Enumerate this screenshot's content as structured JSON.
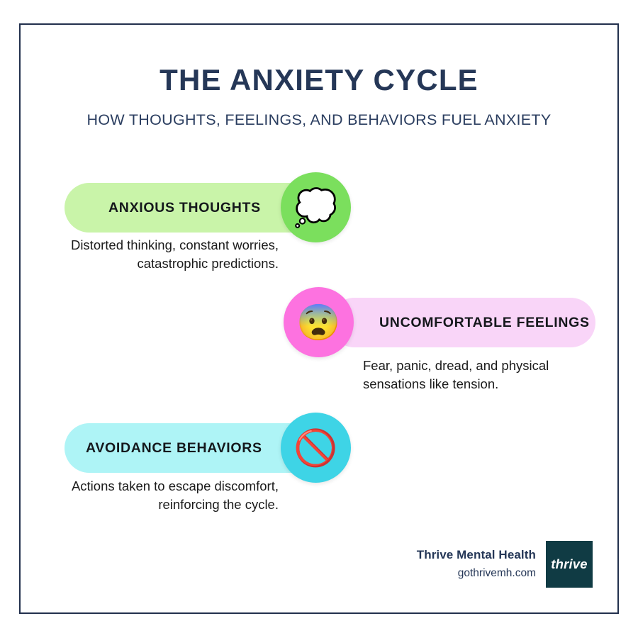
{
  "poster": {
    "title": "THE ANXIETY CYCLE",
    "subtitle": "HOW THOUGHTS, FEELINGS, AND BEHAVIORS FUEL ANXIETY",
    "frame_color": "#22304d",
    "title_color": "#253757",
    "background": "#ffffff"
  },
  "steps": [
    {
      "label": "ANXIOUS THOUGHTS",
      "description": "Distorted thinking, constant worries, catastrophic predictions.",
      "icon": "thought-bubble-icon",
      "emoji": "💭",
      "pill_color": "#c9f4a9",
      "circle_color": "#7bdf5d",
      "align": "right"
    },
    {
      "label": "UNCOMFORTABLE FEELINGS",
      "description": "Fear, panic, dread, and physical sensations like tension.",
      "icon": "fearful-face-icon",
      "emoji": "😨",
      "pill_color": "#f9d5f8",
      "circle_color": "#fd72e0",
      "align": "left"
    },
    {
      "label": "AVOIDANCE BEHAVIORS",
      "description": "Actions taken to escape discomfort, reinforcing the cycle.",
      "icon": "prohibited-sign-icon",
      "emoji": "🚫",
      "pill_color": "#aef4f6",
      "circle_color": "#3ed4e6",
      "align": "right"
    }
  ],
  "footer": {
    "brand_name": "Thrive Mental Health",
    "url": "gothrivemh.com",
    "logo_word": "thrive",
    "logo_color": "#103b44"
  }
}
